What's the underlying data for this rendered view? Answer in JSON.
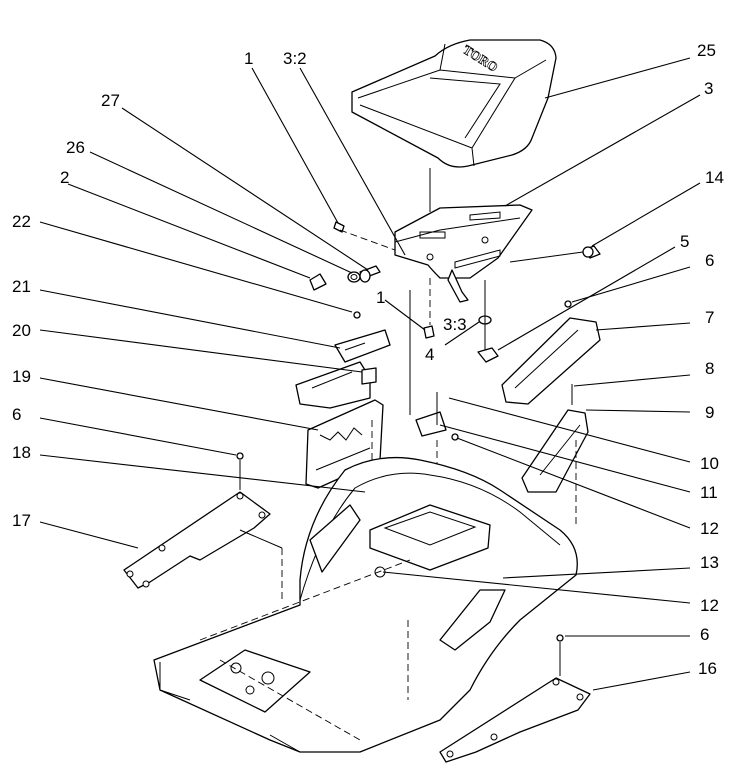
{
  "diagram": {
    "seat_logo": "TORO",
    "callouts": [
      {
        "id": "c25",
        "label": "25"
      },
      {
        "id": "c3",
        "label": "3"
      },
      {
        "id": "c14",
        "label": "14"
      },
      {
        "id": "c5",
        "label": "5"
      },
      {
        "id": "c6a",
        "label": "6"
      },
      {
        "id": "c7",
        "label": "7"
      },
      {
        "id": "c8",
        "label": "8"
      },
      {
        "id": "c9",
        "label": "9"
      },
      {
        "id": "c10",
        "label": "10"
      },
      {
        "id": "c11",
        "label": "11"
      },
      {
        "id": "c12a",
        "label": "12"
      },
      {
        "id": "c13",
        "label": "13"
      },
      {
        "id": "c12b",
        "label": "12"
      },
      {
        "id": "c6b",
        "label": "6"
      },
      {
        "id": "c16",
        "label": "16"
      },
      {
        "id": "c1a",
        "label": "1"
      },
      {
        "id": "c32",
        "label": "3:2"
      },
      {
        "id": "c27",
        "label": "27"
      },
      {
        "id": "c26",
        "label": "26"
      },
      {
        "id": "c2",
        "label": "2"
      },
      {
        "id": "c22",
        "label": "22"
      },
      {
        "id": "c21",
        "label": "21"
      },
      {
        "id": "c20",
        "label": "20"
      },
      {
        "id": "c19",
        "label": "19"
      },
      {
        "id": "c6c",
        "label": "6"
      },
      {
        "id": "c18",
        "label": "18"
      },
      {
        "id": "c17",
        "label": "17"
      },
      {
        "id": "c1b",
        "label": "1"
      },
      {
        "id": "c33",
        "label": "3:3"
      },
      {
        "id": "c4",
        "label": "4"
      }
    ]
  }
}
